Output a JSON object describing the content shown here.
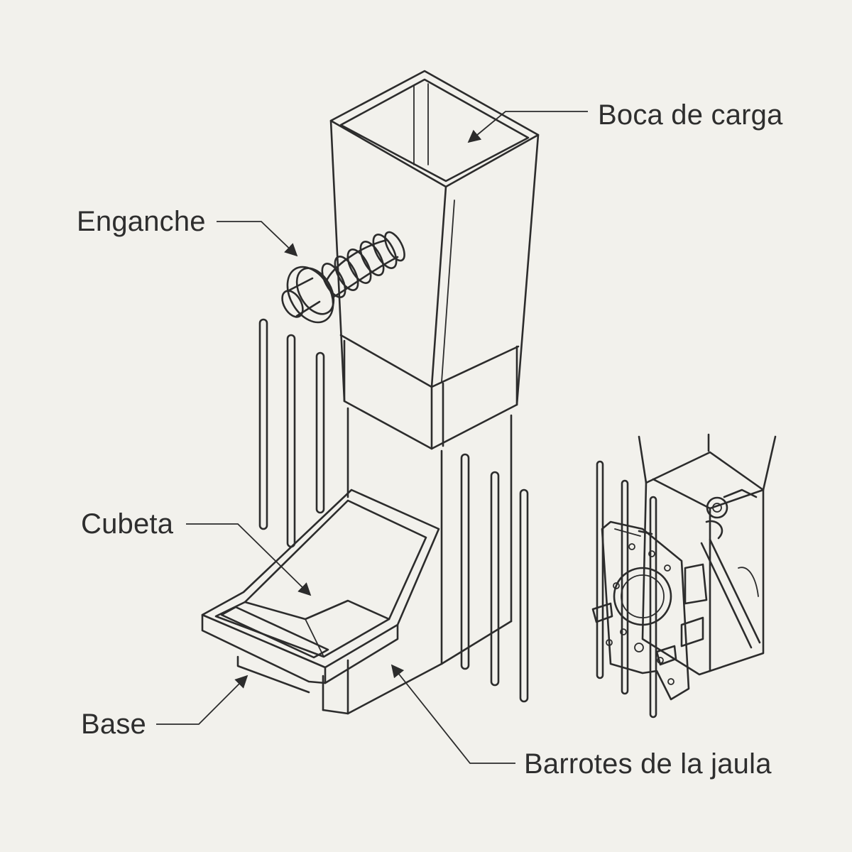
{
  "labels": {
    "loading_mouth": "Boca de carga",
    "hook": "Enganche",
    "bowl": "Cubeta",
    "base": "Base",
    "cage_bars": "Barrotes de la jaula"
  },
  "colors": {
    "background": "#f2f1ec",
    "line": "#2c2c2c"
  }
}
